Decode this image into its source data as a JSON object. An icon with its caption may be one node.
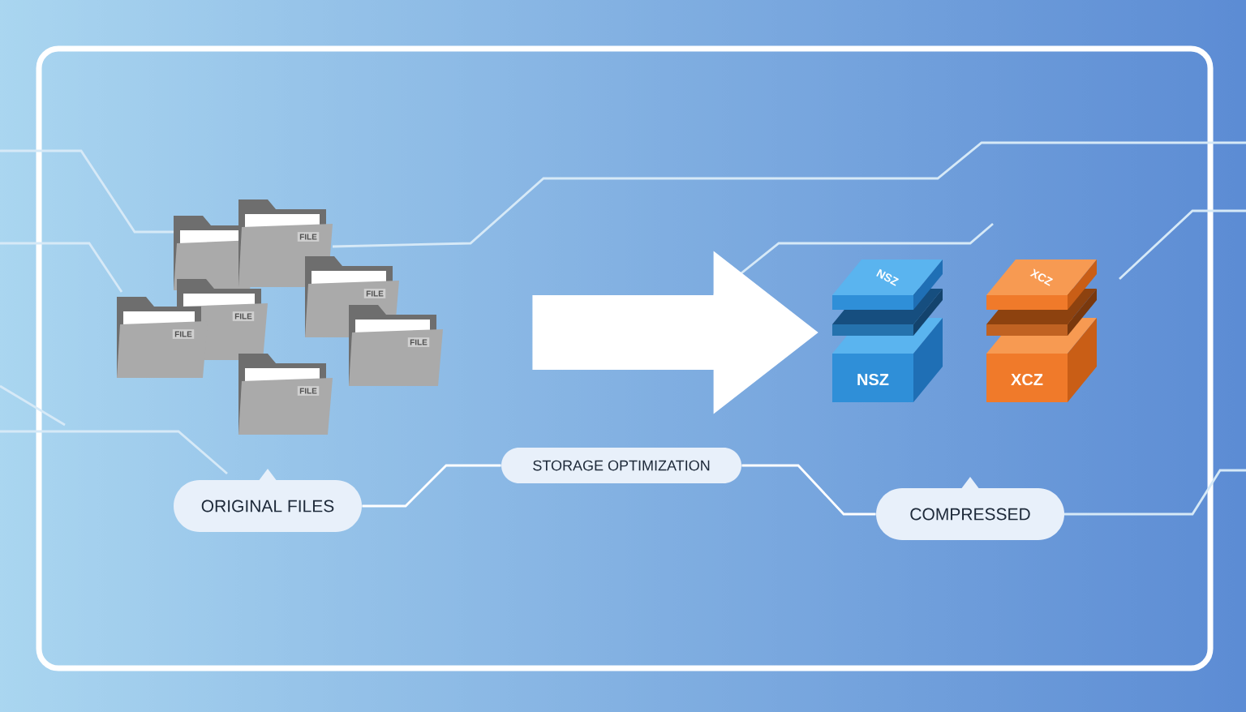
{
  "diagram": {
    "nodes": [
      {
        "text": [],
        "shape": "picture"
      },
      {
        "text": [
          "FILE"
        ]
      },
      {
        "text": [
          "FILE"
        ]
      },
      {
        "text": [
          "FILE"
        ]
      },
      {
        "text": [
          "FILE"
        ]
      },
      {
        "text": [
          "FILE"
        ]
      },
      {
        "text": [
          "FILE"
        ]
      },
      {
        "text": [
          "NSZ",
          "NSZ"
        ]
      },
      {
        "text": [
          "XCZ",
          "XCZ"
        ]
      },
      {
        "text": [
          "ORIGINAL FILES"
        ]
      },
      {
        "text": [
          "STORAGE OPTIMIZATION"
        ]
      },
      {
        "text": [
          "COMPRESSED"
        ]
      }
    ],
    "edges": [
      {
        "from": 5,
        "to": 7,
        "arrow": "to",
        "style": "thick"
      },
      {
        "from": 9,
        "to": 10,
        "arrow": "none"
      },
      {
        "from": 10,
        "to": 11,
        "arrow": "none"
      }
    ]
  }
}
